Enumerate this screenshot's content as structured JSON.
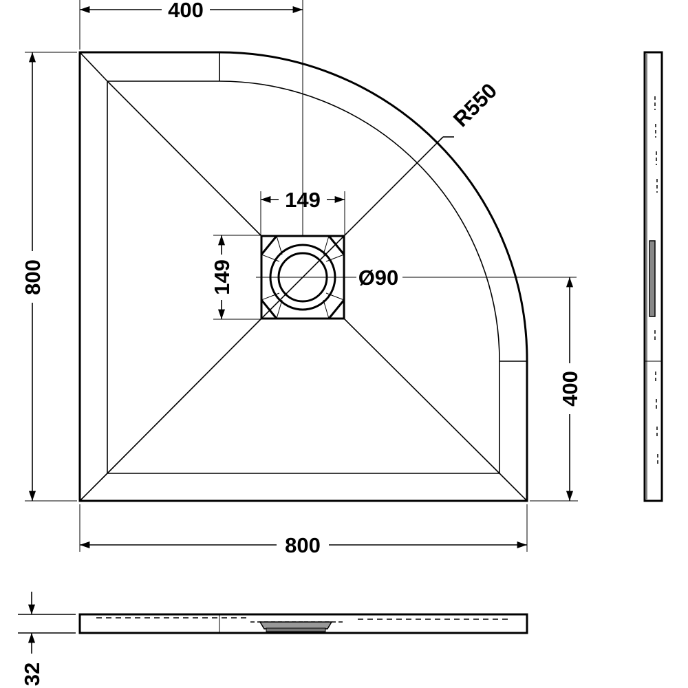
{
  "drawing": {
    "title": "Quadrant shower tray technical drawing",
    "dimensions": {
      "top_width": "400",
      "waste_width": "149",
      "waste_height": "149",
      "waste_diameter": "Ø90",
      "radius": "R550",
      "overall_height": "800",
      "overall_width": "800",
      "right_height": "400",
      "tray_thickness": "32"
    },
    "colors": {
      "line": "#000000",
      "background": "#ffffff"
    }
  }
}
